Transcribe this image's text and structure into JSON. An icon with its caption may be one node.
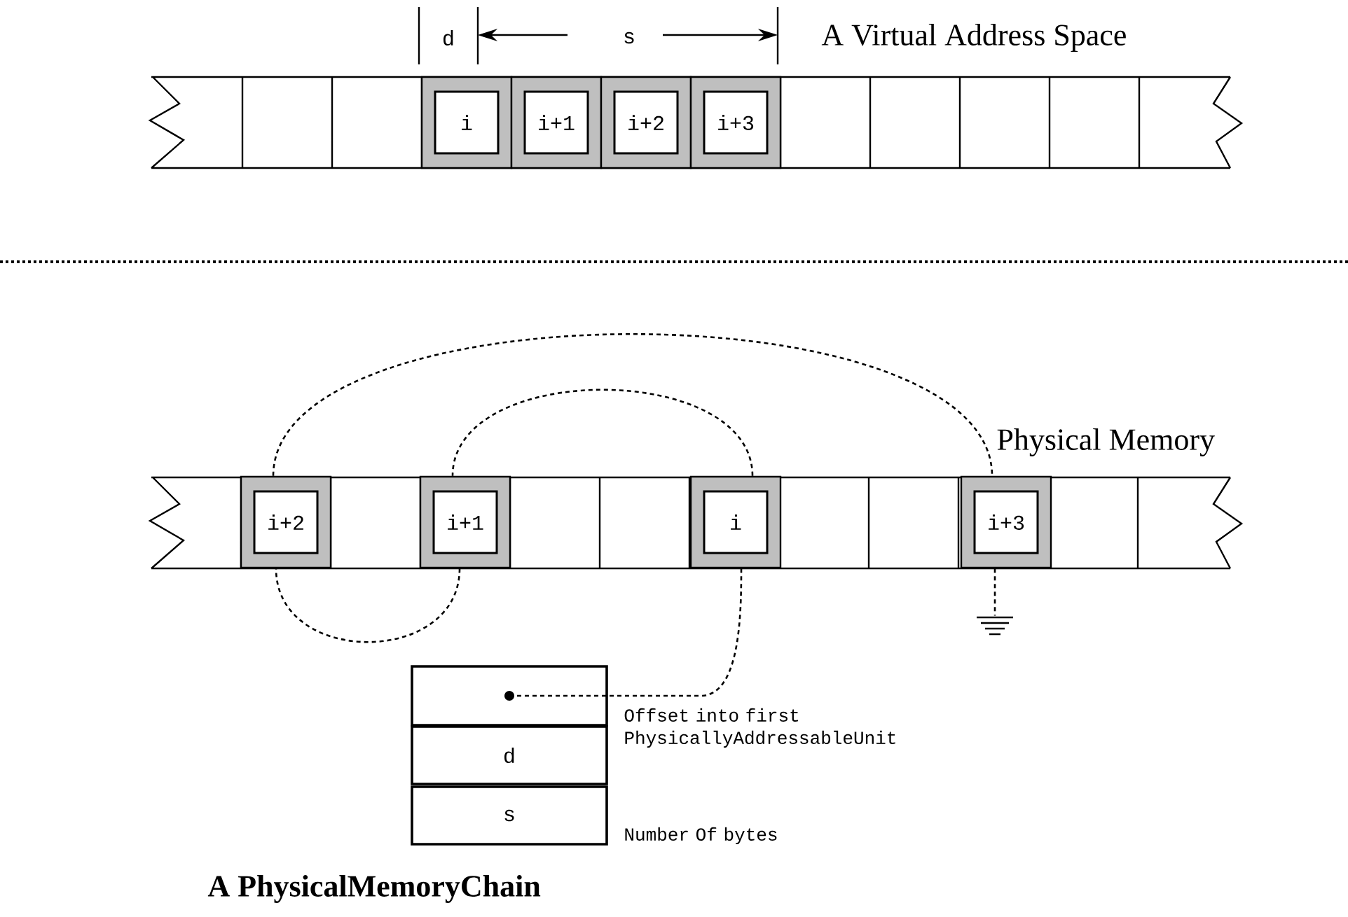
{
  "diagram": {
    "caption": "A PhysicalMemoryChain",
    "nodes": [
      {
        "text": [
          "i"
        ]
      },
      {
        "text": [
          "i+1"
        ]
      },
      {
        "text": [
          "i+2"
        ]
      },
      {
        "text": [
          "i+3"
        ]
      },
      {
        "text": [
          "i+2"
        ]
      },
      {
        "text": [
          "i+1"
        ]
      },
      {
        "text": [
          "i"
        ]
      },
      {
        "text": [
          "i+3"
        ]
      },
      {
        "text": [],
        "shape": "box"
      },
      {
        "text": [
          "d"
        ],
        "beside": [
          "Offset into first PhysicallyAddressableUnit"
        ]
      },
      {
        "text": [
          "s"
        ],
        "beside": [
          "Number Of bytes"
        ]
      },
      {
        "text": [],
        "shape": "ground"
      }
    ],
    "edges": [
      {
        "from": 8,
        "to": 6,
        "arrow": "other",
        "style": "dashed"
      },
      {
        "from": 6,
        "to": 5,
        "arrow": "none",
        "style": "dashed"
      },
      {
        "from": 5,
        "to": 4,
        "arrow": "none",
        "style": "dashed"
      },
      {
        "from": 4,
        "to": 7,
        "arrow": "none",
        "style": "dashed"
      },
      {
        "from": 7,
        "to": 11,
        "arrow": "none",
        "style": "dashed"
      }
    ],
    "labels": [
      "d",
      "s",
      "A Virtual Address Space",
      "Physical Memory"
    ]
  }
}
